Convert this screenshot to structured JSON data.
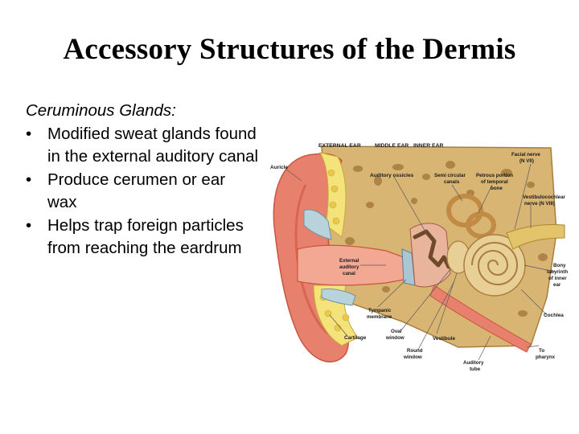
{
  "slide": {
    "title": "Accessory Structures of the Dermis",
    "subheading": "Ceruminous Glands:",
    "bullets": [
      "Modified sweat glands found in the external auditory canal",
      "Produce cerumen or ear wax",
      "Helps trap foreign particles from reaching the eardrum"
    ],
    "bullet_symbol": "•"
  },
  "figure": {
    "section_labels": {
      "external_ear": "EXTERNAL EAR",
      "middle_ear": "MIDDLE EAR",
      "inner_ear": "INNER EAR"
    },
    "labels": {
      "auricle": "Auricle",
      "auditory_ossicles": "Auditory ossicles",
      "semicircular_1": "Semi circular",
      "semicircular_2": "canals",
      "petrous_1": "Petrous portion",
      "petrous_2": "of temporal",
      "petrous_3": "bone",
      "facial_1": "Facial nerve",
      "facial_2": "(N VII)",
      "vestib_1": "Vestibulocochlear",
      "vestib_2": "nerve (N VIII)",
      "ext_canal_1": "External",
      "ext_canal_2": "auditory",
      "ext_canal_3": "canal",
      "bony_1": "Bony",
      "bony_2": "labyrinth",
      "bony_3": "of inner",
      "bony_4": "ear",
      "tympanic_1": "Tympanic",
      "tympanic_2": "membrane",
      "cochlea": "Cochlea",
      "cartilage": "Cartilage",
      "oval_1": "Oval",
      "oval_2": "window",
      "vestibule": "Vestibule",
      "round_1": "Round",
      "round_2": "window",
      "to_1": "To",
      "to_2": "pharynx",
      "auditory_tube_1": "Auditory",
      "auditory_tube_2": "tube"
    },
    "colors": {
      "skin": "#e8806e",
      "skin_dark": "#c9553f",
      "canal": "#f3a894",
      "bone": "#d9b574",
      "bone_dark": "#a87d3e",
      "cartilage": "#f4e27a",
      "gland": "#b9d3dc",
      "cochlea": "#e8cf96",
      "pointer": "#5a5a5a"
    }
  }
}
